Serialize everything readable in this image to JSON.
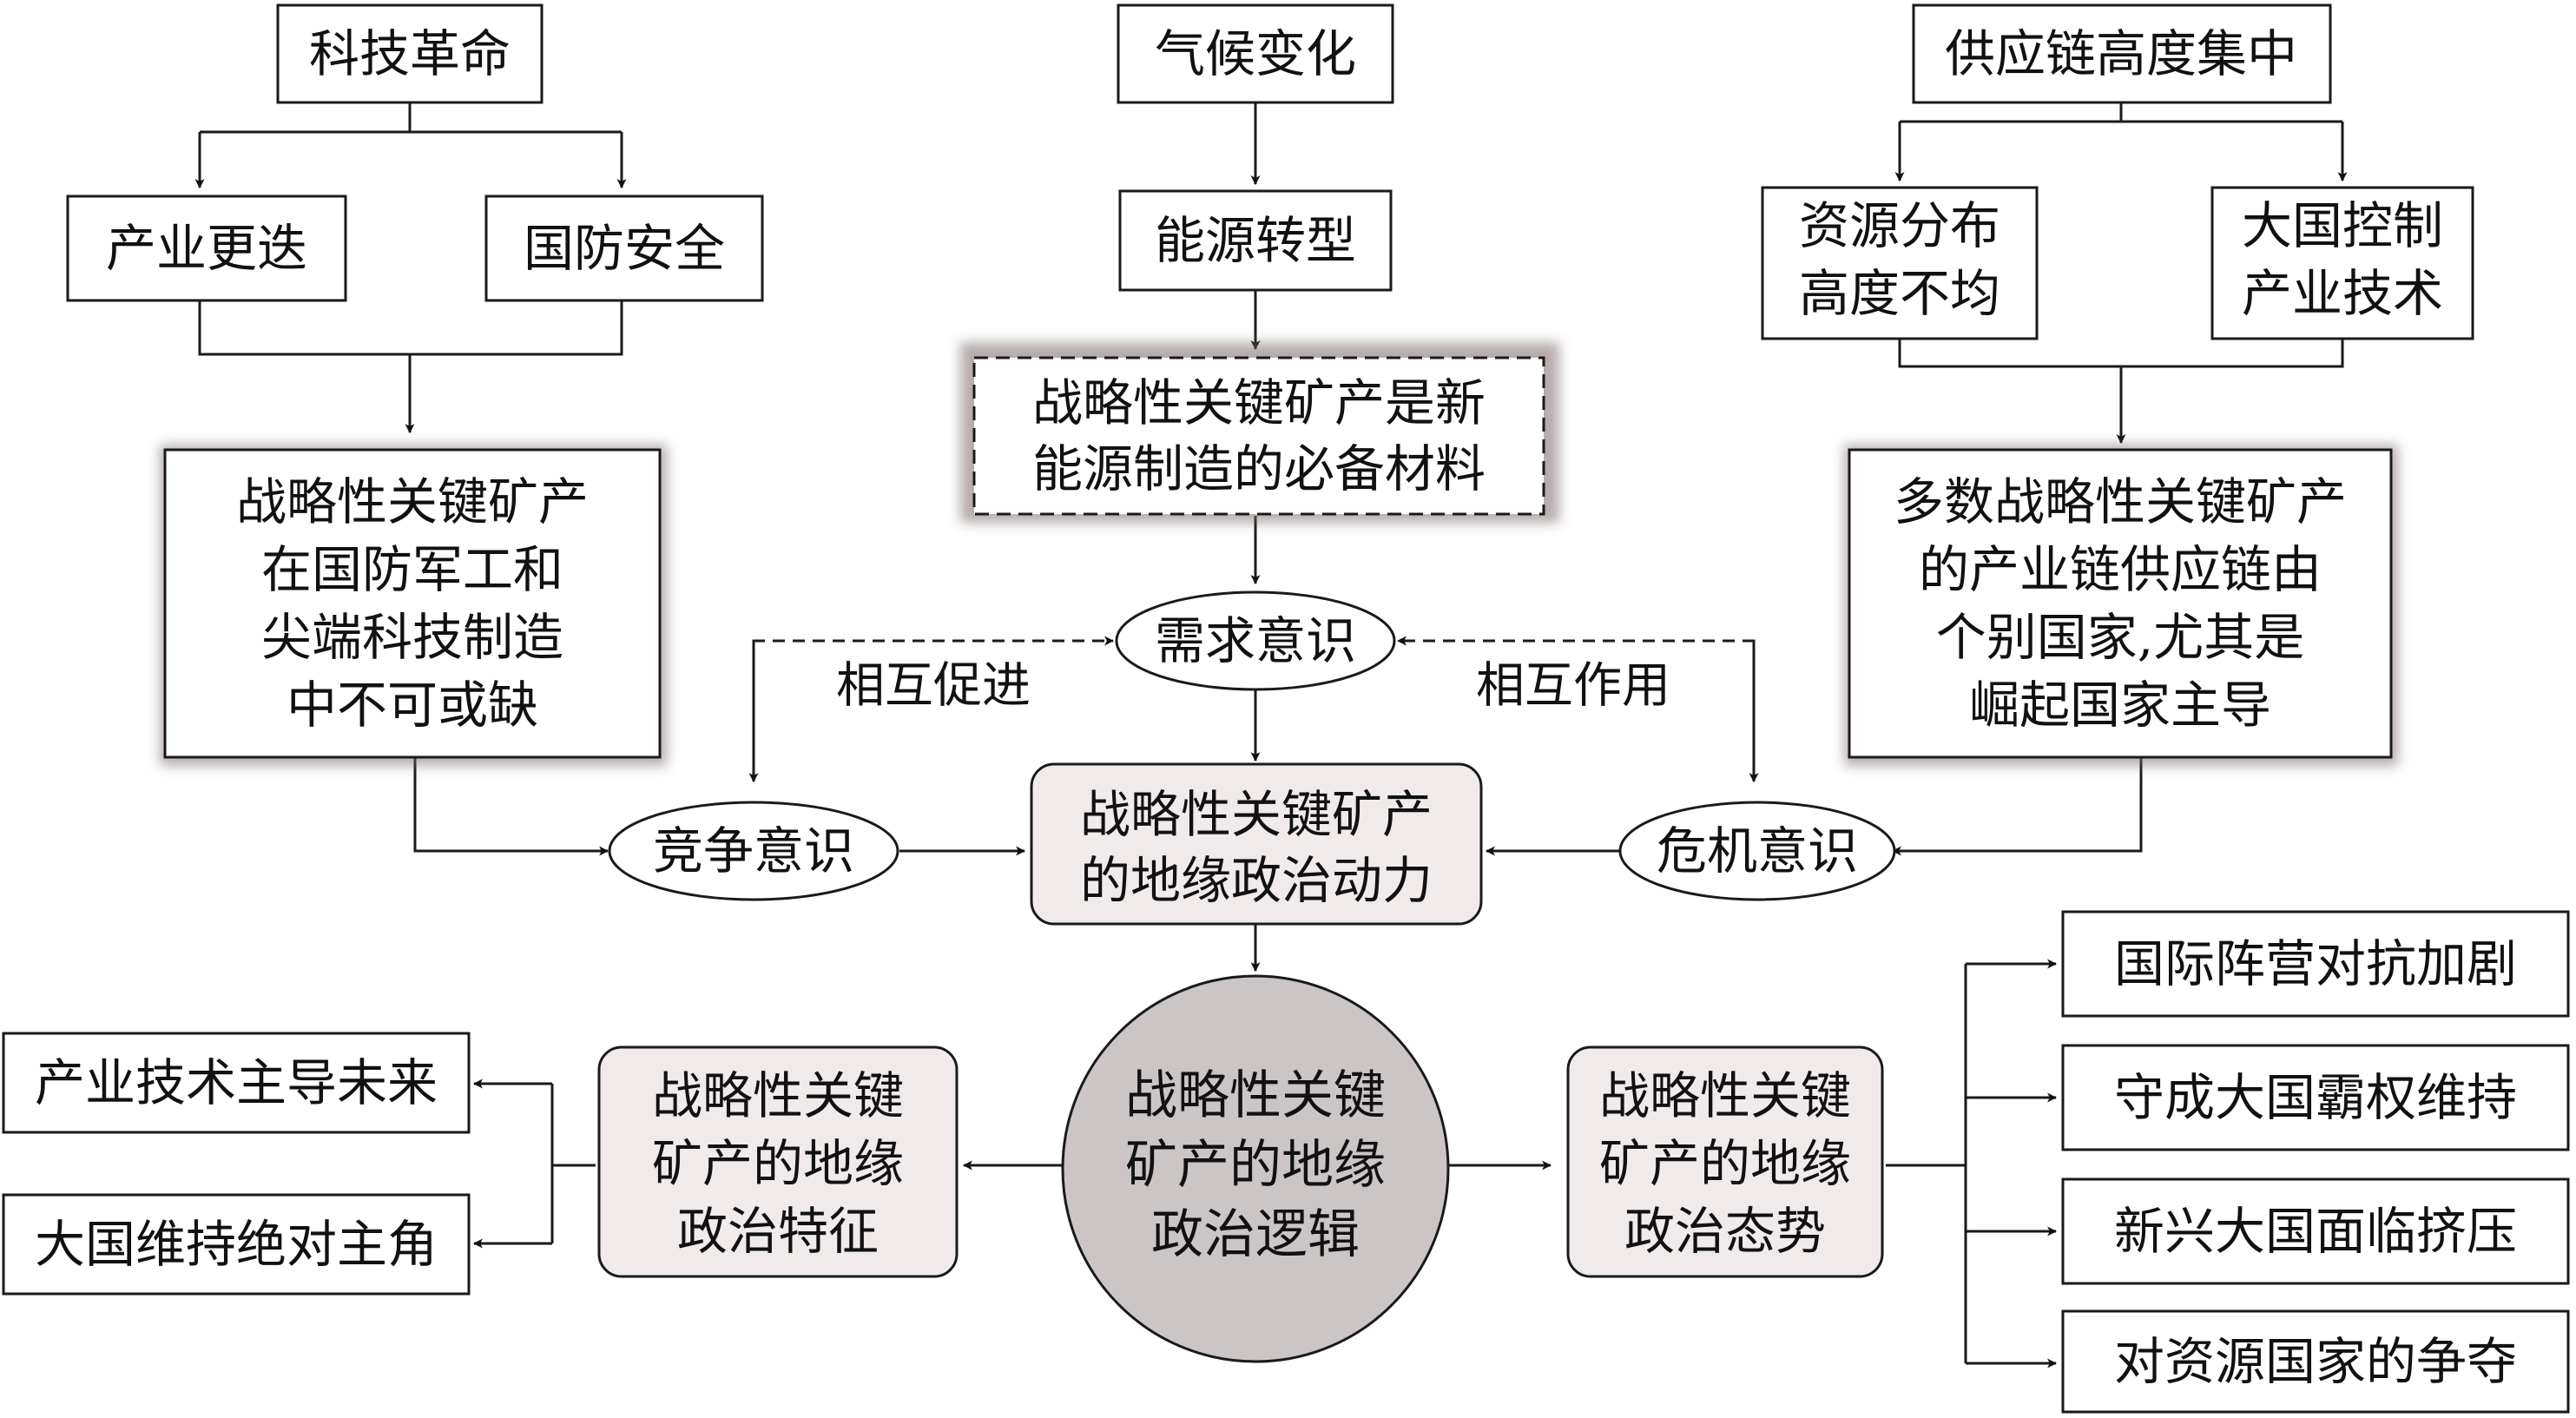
{
  "top": {
    "tech_revolution": "科技革命",
    "climate_change": "气候变化",
    "supply_chain_concentration": "供应链高度集中"
  },
  "second": {
    "industry_update": "产业更迭",
    "national_defense": "国防安全",
    "energy_transition": "能源转型",
    "resource_uneven": [
      "资源分布",
      "高度不均"
    ],
    "power_control": [
      "大国控制",
      "产业技术"
    ]
  },
  "third": {
    "left": [
      "战略性关键矿产",
      "在国防军工和",
      "尖端科技制造",
      "中不可或缺"
    ],
    "center": [
      "战略性关键矿产是新",
      "能源制造的必备材料"
    ],
    "right": [
      "多数战略性关键矿产",
      "的产业链供应链由",
      "个别国家,尤其是",
      "崛起国家主导"
    ]
  },
  "awareness": {
    "demand": "需求意识",
    "competition": "竞争意识",
    "crisis": "危机意识",
    "mutual_promotion": "相互促进",
    "mutual_interaction": "相互作用"
  },
  "driver": [
    "战略性关键矿产",
    "的地缘政治动力"
  ],
  "logic": [
    "战略性关键",
    "矿产的地缘",
    "政治逻辑"
  ],
  "features": {
    "title": [
      "战略性关键",
      "矿产的地缘",
      "政治特征"
    ],
    "items": [
      "产业技术主导未来",
      "大国维持绝对主角"
    ]
  },
  "situation": {
    "title": [
      "战略性关键",
      "矿产的地缘",
      "政治态势"
    ],
    "items": [
      "国际阵营对抗加剧",
      "守成大国霸权维持",
      "新兴大国面临挤压",
      "对资源国家的争夺"
    ]
  }
}
